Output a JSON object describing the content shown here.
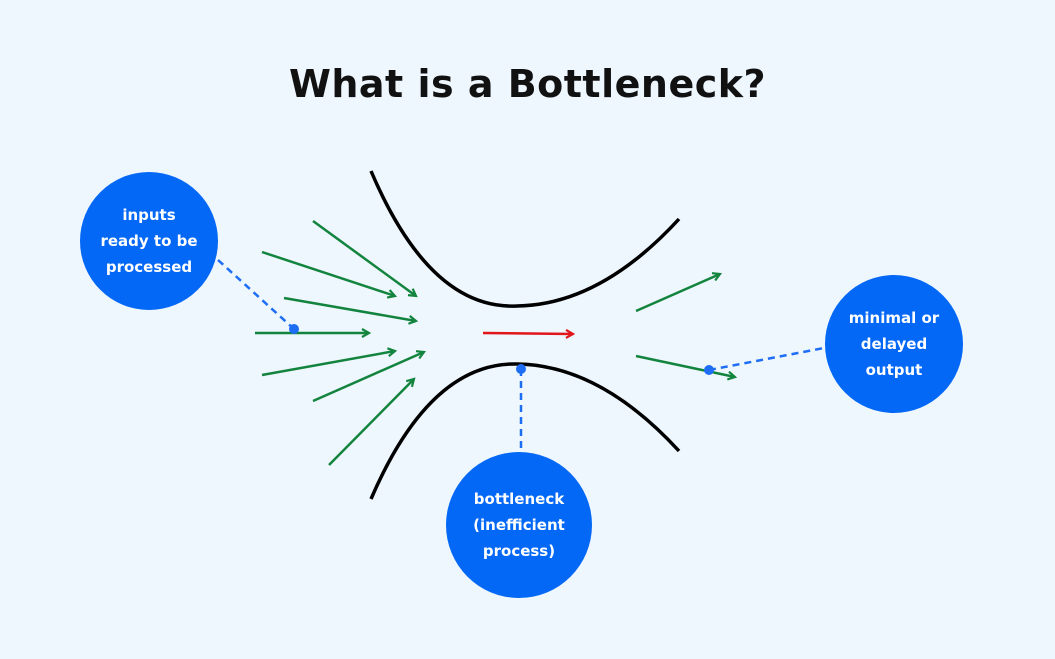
{
  "title": "What is a Bottleneck?",
  "labels": {
    "inputs": "inputs\nready to be\nprocessed",
    "output": "minimal or\ndelayed\noutput",
    "bottleneck": "bottleneck\n(inefficient\nprocess)"
  },
  "colors": {
    "background": "#eef6fe",
    "bubble": "#0468f6",
    "input_arrows": "#13843d",
    "flow_arrow": "#e0161b",
    "walls": "#000000",
    "connector": "#1e6ef5"
  }
}
